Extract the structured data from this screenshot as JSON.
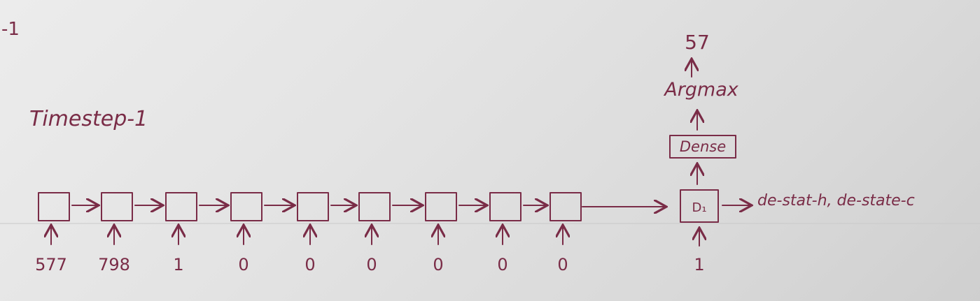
{
  "corner_fragment": "-1",
  "title": "Timestep-1",
  "encoder": {
    "inputs": [
      "577",
      "798",
      "1",
      "0",
      "0",
      "0",
      "0",
      "0",
      "0"
    ]
  },
  "decoder": {
    "cell_label": "D₁",
    "input": "1",
    "states_label": "de-stat-h, de-state-c",
    "dense_label": "Dense",
    "argmax_label": "Argmax",
    "output": "57"
  },
  "colors": {
    "ink": "#7a2c47",
    "paper": "#e3e3e3"
  }
}
